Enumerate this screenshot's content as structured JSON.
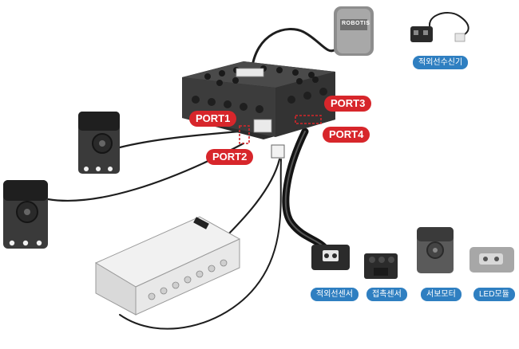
{
  "ports": {
    "port1": "PORT1",
    "port2": "PORT2",
    "port3": "PORT3",
    "port4": "PORT4"
  },
  "devices": {
    "ir_receiver": "적외선수신기",
    "ir_sensor": "적외선센서",
    "touch_sensor": "접촉센서",
    "servo_motor": "서보모터",
    "led_module": "LED모듈"
  },
  "brand": {
    "remote_logo": "ROBOTIS"
  },
  "colors": {
    "port_tag": "#d7262b",
    "device_chip": "#2f7fc1",
    "controller_body": "#3a3a3a",
    "cable": "#222222"
  }
}
